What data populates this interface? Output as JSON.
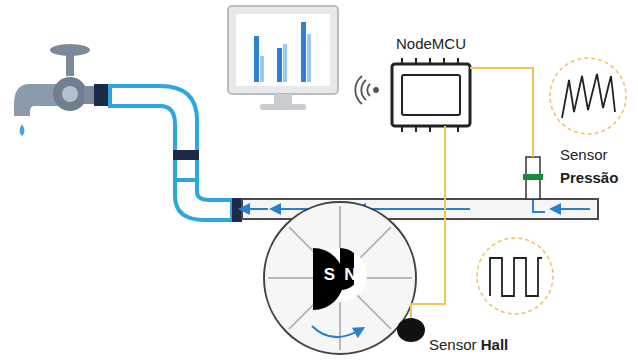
{
  "diagram": {
    "nodes": [
      {
        "text": [
          "NodeMCU"
        ]
      },
      {
        "text": [
          "Sensor Pressão"
        ]
      },
      {
        "text": [
          "S"
        ]
      },
      {
        "text": [
          "N"
        ]
      },
      {
        "text": [
          "Sensor Hall"
        ]
      }
    ],
    "edges": [
      {
        "from": 0,
        "to": 1,
        "arrow": "none"
      },
      {
        "from": 0,
        "to": 4,
        "arrow": "none"
      }
    ]
  }
}
